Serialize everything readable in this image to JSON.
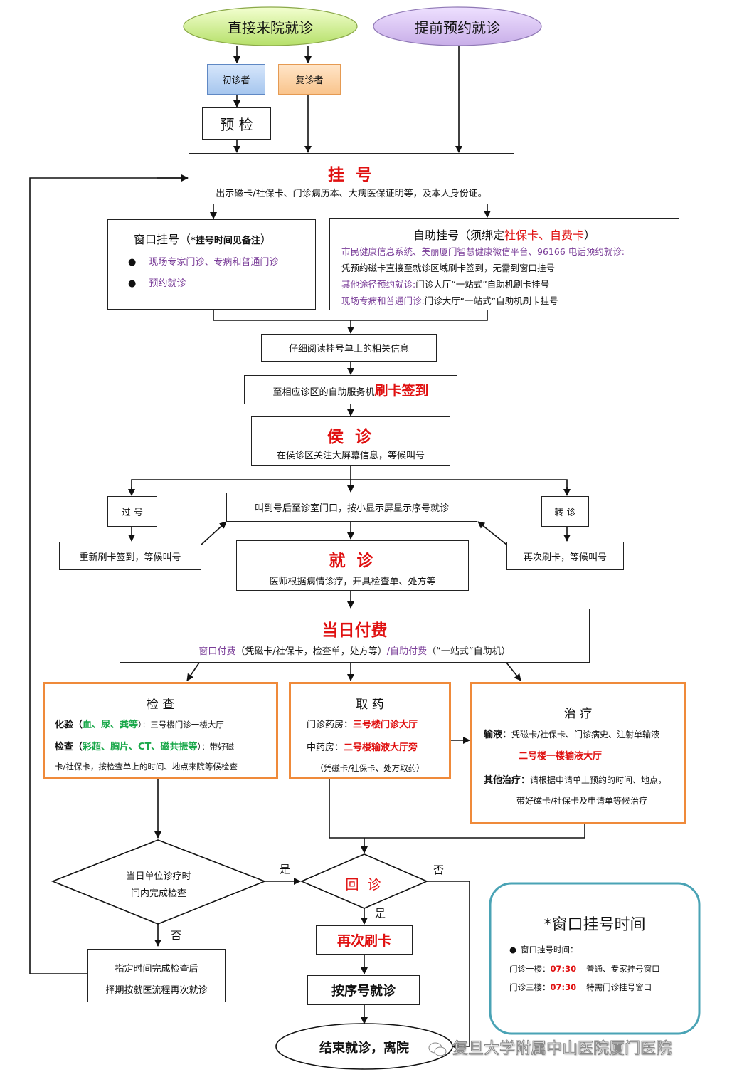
{
  "start": {
    "walk_in": "直接来院就诊",
    "appointment": "提前预约就诊"
  },
  "patient_type": {
    "first": "初诊者",
    "return": "复诊者"
  },
  "pre_check": "预 检",
  "register": {
    "title": "挂 号",
    "desc": "出示磁卡/社保卡、门诊病历本、大病医保证明等，及本人身份证。"
  },
  "window_reg": {
    "title": "窗口挂号（",
    "title_note": "*挂号时间见备注",
    "title_end": "）",
    "items": [
      "现场专家门诊、专病和普通门诊",
      "预约就诊"
    ]
  },
  "self_reg": {
    "title_a": "自助挂号（须绑定",
    "title_red": "社保卡、自费卡",
    "title_b": "）",
    "line1": "市民健康信息系统、美丽厦门智慧健康微信平台、96166 电话预约就诊:",
    "line2": "凭预约磁卡直接至就诊区域刷卡签到，无需到窗口挂号",
    "line3_p": "其他途径预约就诊:",
    "line3_b": "门诊大厅“一站式”自助机刷卡挂号",
    "line4_p": "现场专病和普通门诊:",
    "line4_b": "门诊大厅“一站式”自助机刷卡挂号"
  },
  "read_info": "仔细阅读挂号单上的相关信息",
  "check_in": {
    "text": "至相应诊区的自助服务机",
    "red": "刷卡签到"
  },
  "waiting": {
    "title": "侯 诊",
    "desc": "在侯诊区关注大屏幕信息，等候叫号"
  },
  "missed": {
    "label": "过 号",
    "action": "重新刷卡签到，等候叫号"
  },
  "called": "叫到号后至诊室门口，按小显示屏显示序号就诊",
  "transfer": {
    "label": "转 诊",
    "action": "再次刷卡，等候叫号"
  },
  "consult": {
    "title": "就 诊",
    "desc": "医师根据病情诊疗，开具检查单、处方等"
  },
  "payment": {
    "title": "当日付费",
    "p1": "窗口付费",
    "b1": "（凭磁卡/社保卡，检查单，处方等）",
    "p2": "/自助付费",
    "b2": "（“一站式”自助机）"
  },
  "exam": {
    "title": "检 查",
    "lab_a": "化验（",
    "lab_green": "血、尿、粪等",
    "lab_b": "）：三号楼门诊一楼大厅",
    "chk_a": "检查（",
    "chk_green": "彩超、胸片、CT、磁共振等",
    "chk_b": "）：带好磁",
    "chk_c": "卡/社保卡，按检查单上的时间、地点来院等候检查"
  },
  "pharmacy": {
    "title": "取 药",
    "l1_a": "门诊药房：",
    "l1_red": "三号楼门诊大厅",
    "l2_a": "中药房：",
    "l2_red": "二号楼输液大厅旁",
    "note": "（凭磁卡/社保卡、处方取药）"
  },
  "treatment": {
    "title": "治 疗",
    "inf_a": "输液：",
    "inf_b": "凭磁卡/社保卡、门诊病史、注射单输液",
    "inf_red": "二号楼一楼输液大厅",
    "oth_a": "其他治疗：",
    "oth_b": "请根据申请单上预约的时间、地点，",
    "oth_c": "带好磁卡/社保卡及申请单等候治疗"
  },
  "decision_exam": {
    "line1": "当日单位诊疗时",
    "line2": "间内完成检查",
    "no": "否",
    "yes": "是"
  },
  "later": {
    "line1": "指定时间完成检查后",
    "line2": "择期按就医流程再次就诊"
  },
  "revisit": {
    "title": "回 诊",
    "yes": "是",
    "no": "否"
  },
  "swipe_again": "再次刷卡",
  "queue_visit": "按序号就诊",
  "end": "结束就诊，离院",
  "note_box": {
    "title": "*窗口挂号时间",
    "bullet": "窗口挂号时间：",
    "r1_a": "门诊一楼：",
    "r1_time": "07:30",
    "r1_b": "普通、专家挂号窗口",
    "r2_a": "门诊三楼：",
    "r2_time": "07:30",
    "r2_b": "特需门诊挂号窗口"
  },
  "watermark": "复旦大学附属中山医院厦门医院",
  "colors": {
    "accent_red": "#e01010",
    "purple": "#7a3d98",
    "green": "#1aa84a",
    "orange": "#ef8a3a",
    "teal": "#4aa3b5"
  }
}
